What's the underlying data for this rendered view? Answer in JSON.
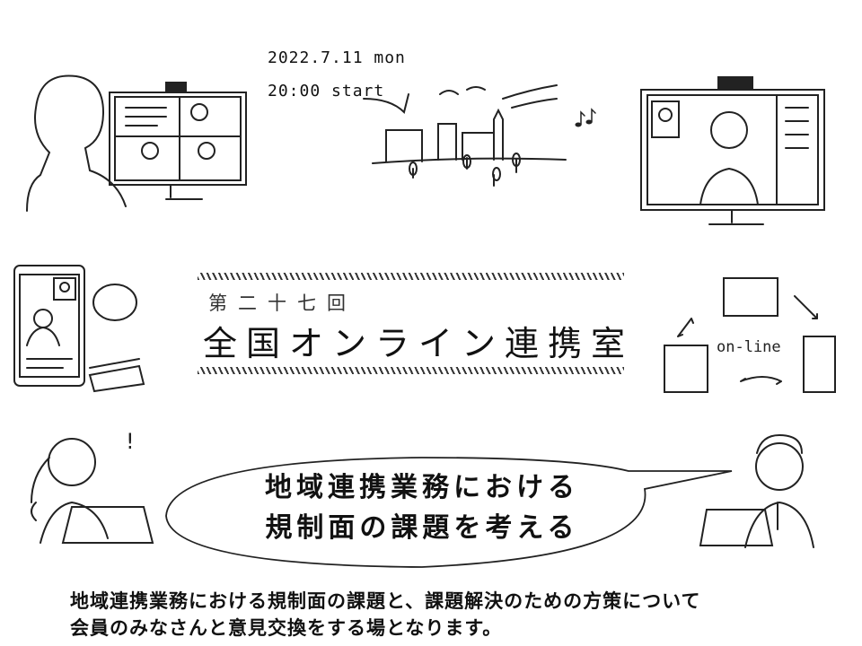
{
  "event": {
    "date": "2022.7.11 mon",
    "time": "20:00 start"
  },
  "title": {
    "edition": "第二十七回",
    "name": "全国オンライン連携室"
  },
  "bubble": {
    "line1": "地域連携業務における",
    "line2": "規制面の課題を考える"
  },
  "description": {
    "line1": "地域連携業務における規制面の課題と、課題解決のための方策について",
    "line2": "会員のみなさんと意見交換をする場となります。"
  },
  "illustration": {
    "online_label": "on-line",
    "exclamation": "!"
  }
}
